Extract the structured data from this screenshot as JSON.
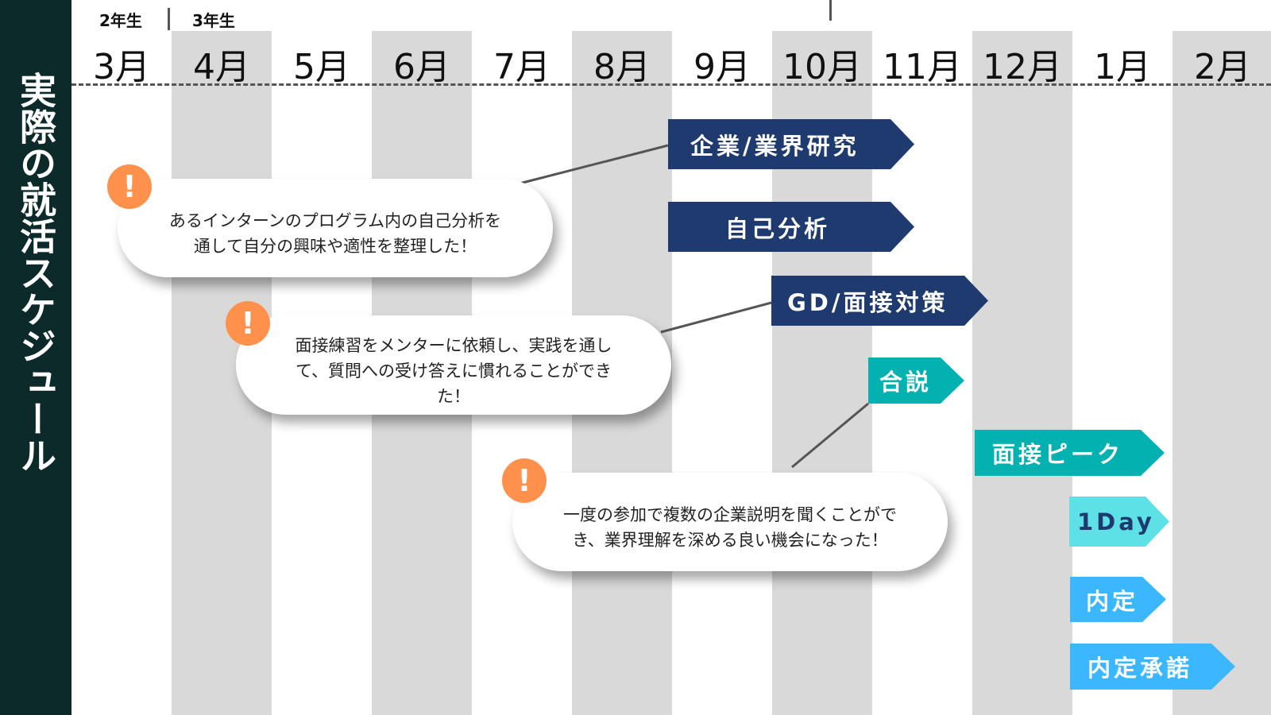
{
  "title": "実際の就活スケジュール",
  "years": {
    "left": "2年生",
    "right": "3年生"
  },
  "months": [
    "3月",
    "4月",
    "5月",
    "6月",
    "7月",
    "8月",
    "9月",
    "10月",
    "11月",
    "12月",
    "1月",
    "2月"
  ],
  "bars": [
    {
      "label": "企業/業界研究",
      "color": "#1e3a6e"
    },
    {
      "label": "自己分析",
      "color": "#1e3a6e"
    },
    {
      "label": "GD/面接対策",
      "color": "#1e3a6e"
    },
    {
      "label": "合説",
      "color": "#03b1b1"
    },
    {
      "label": "面接ピーク",
      "color": "#03b1b1"
    },
    {
      "label": "1Day",
      "color": "#5ee1e6"
    },
    {
      "label": "内定",
      "color": "#3bb7ff"
    },
    {
      "label": "内定承諾",
      "color": "#3bb7ff"
    }
  ],
  "notes": [
    {
      "icon": "exclamation-icon",
      "mark": "!",
      "line1": "あるインターンのプログラム内の自己分析を",
      "line2": "通して自分の興味や適性を整理した！"
    },
    {
      "icon": "exclamation-icon",
      "mark": "!",
      "line1": "面接練習をメンターに依頼し、実践を通し",
      "line2": "て、質問への受け答えに慣れることができ",
      "line3": "た！"
    },
    {
      "icon": "exclamation-icon",
      "mark": "!",
      "line1": "一度の参加で複数の企業説明を聞くことがで",
      "line2": "き、業界理解を深める良い機会になった！"
    }
  ]
}
